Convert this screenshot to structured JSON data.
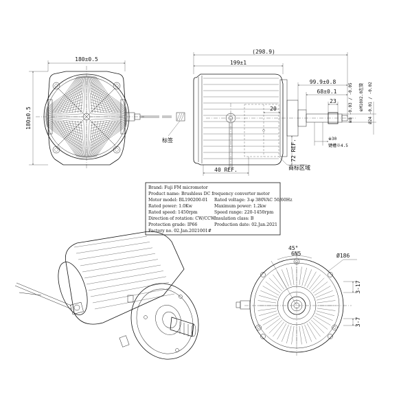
{
  "front_view": {
    "width": "180±0.5",
    "height": "180±0.5",
    "cable_label": "标签"
  },
  "side_view": {
    "overall": "(298.9)",
    "body": "199±1",
    "shaft_outer": "99.9±0.8",
    "shaft_mid": "68±0.1",
    "shaft_key": "23",
    "offset": "20",
    "ref_72": "72 REF.",
    "ref_40": "40 REF.",
    "key_tol": "※8 -0.03 / -0.05",
    "thread": "※M10X2.0左旋",
    "shaft_dia": "Ø24 -0.01 / -0.02",
    "key_small": "※30",
    "key_depth": "键槽※4.5",
    "trademark_area": "商标区域"
  },
  "spec_plate": {
    "lines": [
      [
        "Brand: Fuji FM micromotor",
        ""
      ],
      [
        "Product name:   Brushless DC frequency converter motor",
        ""
      ],
      [
        "Motor model: BL190200-01",
        "Rated voltage: 3-φ 380VAC 50/60Hz"
      ],
      [
        "Rated power:  1.0Kw",
        "Maximum power: 1.2kw"
      ],
      [
        "Rated speed:  1450rpm",
        "Speed range:  220-1450rpm"
      ],
      [
        "Direction of rotation: CW/CCW",
        "Insulation class: B"
      ],
      [
        "Protection grade: IP66",
        "Production date:  02.Jan.2021"
      ],
      [
        "Factory no.    02.Jan.2021001#",
        ""
      ]
    ]
  },
  "rear_view": {
    "angle": "45°",
    "holes": "6N5",
    "diameter": "Ø186",
    "dim_3_17": "3-17",
    "dim_3_7": "3-7"
  }
}
